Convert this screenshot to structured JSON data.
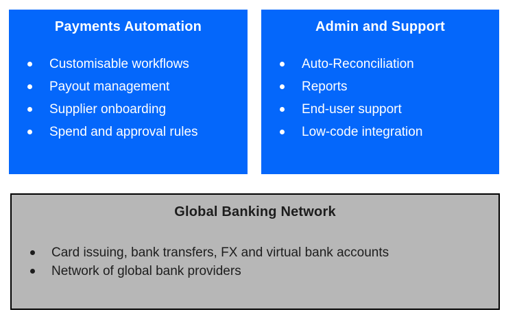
{
  "colors": {
    "page_background": "#ffffff",
    "blue_box_background": "#0467fb",
    "blue_box_text": "#ffffff",
    "gray_box_background": "#b7b7b7",
    "gray_box_border": "#000000",
    "gray_box_text": "#1d1d1d"
  },
  "boxes": {
    "payments": {
      "title": "Payments Automation",
      "items": [
        "Customisable workflows",
        "Payout management",
        "Supplier onboarding",
        "Spend and approval rules"
      ]
    },
    "admin": {
      "title": "Admin and Support",
      "items": [
        "Auto-Reconciliation",
        "Reports",
        "End-user support",
        "Low-code integration"
      ]
    },
    "banking": {
      "title": "Global Banking Network",
      "items": [
        "Card issuing, bank transfers, FX and virtual bank accounts",
        "Network of global bank providers"
      ]
    }
  }
}
